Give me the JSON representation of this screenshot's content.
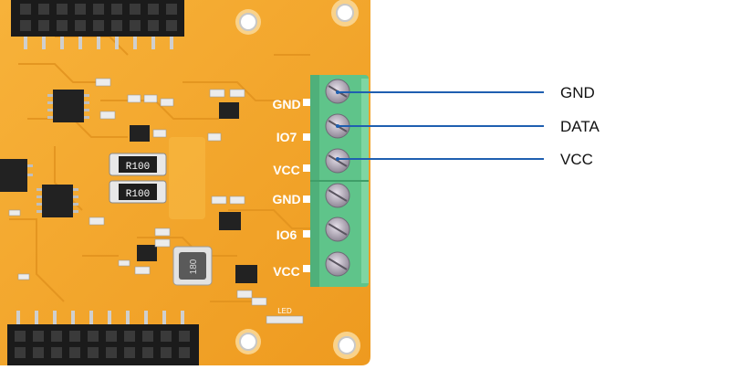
{
  "colors": {
    "pcb": "#f2a124",
    "pcb_light": "#f7b43c",
    "trace": "#d98e1c",
    "terminal_green": "#5fc48a",
    "terminal_dark": "#3f9e69",
    "screw": "#c9c2cf",
    "pointer_line": "#1f5fb0",
    "header_black": "#1b1b1b",
    "label_text": "#111111",
    "silk": "#ffffff"
  },
  "board": {
    "silkscreen_pins": [
      "GND",
      "IO7",
      "VCC",
      "GND",
      "IO6",
      "VCC"
    ],
    "resistor_1": "R100",
    "resistor_2": "R100",
    "inductor": "180",
    "led_label": "LED"
  },
  "callouts": [
    {
      "label": "GND"
    },
    {
      "label": "DATA"
    },
    {
      "label": "VCC"
    }
  ]
}
